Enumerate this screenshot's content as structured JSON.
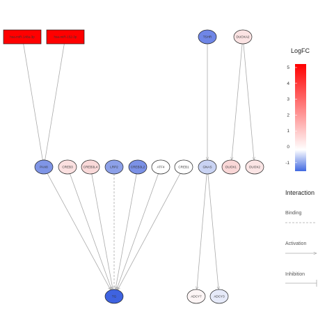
{
  "nodes": [
    {
      "id": "hsa-miR-148a-3p",
      "label": "hsa-miR-148a-3p",
      "shape": "rect",
      "color": "#ff0000"
    },
    {
      "id": "hsa-miR-152-3p",
      "label": "hsa-miR-152-3p",
      "shape": "rect",
      "color": "#ff0000"
    },
    {
      "id": "TSHR",
      "label": "TSHR",
      "shape": "ellipse",
      "color": "#6f86e6"
    },
    {
      "id": "DUOXA2",
      "label": "DUOXA2",
      "shape": "ellipse",
      "color": "#fbe3e3"
    },
    {
      "id": "PAX8",
      "label": "PAX8",
      "shape": "ellipse",
      "color": "#7f95e6"
    },
    {
      "id": "CREB3",
      "label": "CREB3",
      "shape": "ellipse",
      "color": "#fbe0e0"
    },
    {
      "id": "CREB3L4",
      "label": "CREB3L4",
      "shape": "ellipse",
      "color": "#f9d9d9"
    },
    {
      "id": "LRP2",
      "label": "LRP2",
      "shape": "ellipse",
      "color": "#8ca0e8"
    },
    {
      "id": "CREB3L2",
      "label": "CREB3L2",
      "shape": "ellipse",
      "color": "#7b91e6"
    },
    {
      "id": "ATF4",
      "label": "ATF4",
      "shape": "ellipse",
      "color": "#ffffff"
    },
    {
      "id": "CREB1",
      "label": "CREB1",
      "shape": "ellipse",
      "color": "#ffffff"
    },
    {
      "id": "GNAS",
      "label": "GNAS",
      "shape": "ellipse",
      "color": "#c9d3f3"
    },
    {
      "id": "DUOX1",
      "label": "DUOX1",
      "shape": "ellipse",
      "color": "#f9d7d7"
    },
    {
      "id": "DUOX2",
      "label": "DUOX2",
      "shape": "ellipse",
      "color": "#fbe5e5"
    },
    {
      "id": "TG",
      "label": "TG",
      "shape": "ellipse",
      "color": "#3f63e0"
    },
    {
      "id": "ADCY7",
      "label": "ADCY7",
      "shape": "ellipse",
      "color": "#fdf5f5"
    },
    {
      "id": "ADCY3",
      "label": "ADCY3",
      "shape": "ellipse",
      "color": "#e6eaf9"
    }
  ],
  "edges": [
    {
      "from": "hsa-miR-148a-3p",
      "to": "PAX8",
      "type": "inhibition"
    },
    {
      "from": "hsa-miR-152-3p",
      "to": "PAX8",
      "type": "inhibition"
    },
    {
      "from": "TSHR",
      "to": "GNAS",
      "type": "activation"
    },
    {
      "from": "DUOXA2",
      "to": "DUOX1",
      "type": "activation"
    },
    {
      "from": "DUOXA2",
      "to": "DUOX2",
      "type": "activation"
    },
    {
      "from": "PAX8",
      "to": "TG",
      "type": "activation"
    },
    {
      "from": "CREB3",
      "to": "TG",
      "type": "activation"
    },
    {
      "from": "CREB3L4",
      "to": "TG",
      "type": "activation"
    },
    {
      "from": "LRP2",
      "to": "TG",
      "type": "binding"
    },
    {
      "from": "CREB3L2",
      "to": "TG",
      "type": "activation"
    },
    {
      "from": "ATF4",
      "to": "TG",
      "type": "activation"
    },
    {
      "from": "CREB1",
      "to": "TG",
      "type": "activation"
    },
    {
      "from": "GNAS",
      "to": "ADCY7",
      "type": "activation"
    },
    {
      "from": "GNAS",
      "to": "ADCY3",
      "type": "activation"
    }
  ],
  "legend": {
    "colorbar_title": "LogFC",
    "colorbar_ticks": [
      "5",
      "4",
      "3",
      "2",
      "1",
      "0",
      "-1"
    ],
    "colorbar_colors": {
      "high": "#ff0000",
      "mid": "#ffffff",
      "low": "#4169e1"
    },
    "interaction_title": "Interaction",
    "binding_label": "Binding",
    "activation_label": "Activation",
    "inhibition_label": "Inhibition"
  }
}
